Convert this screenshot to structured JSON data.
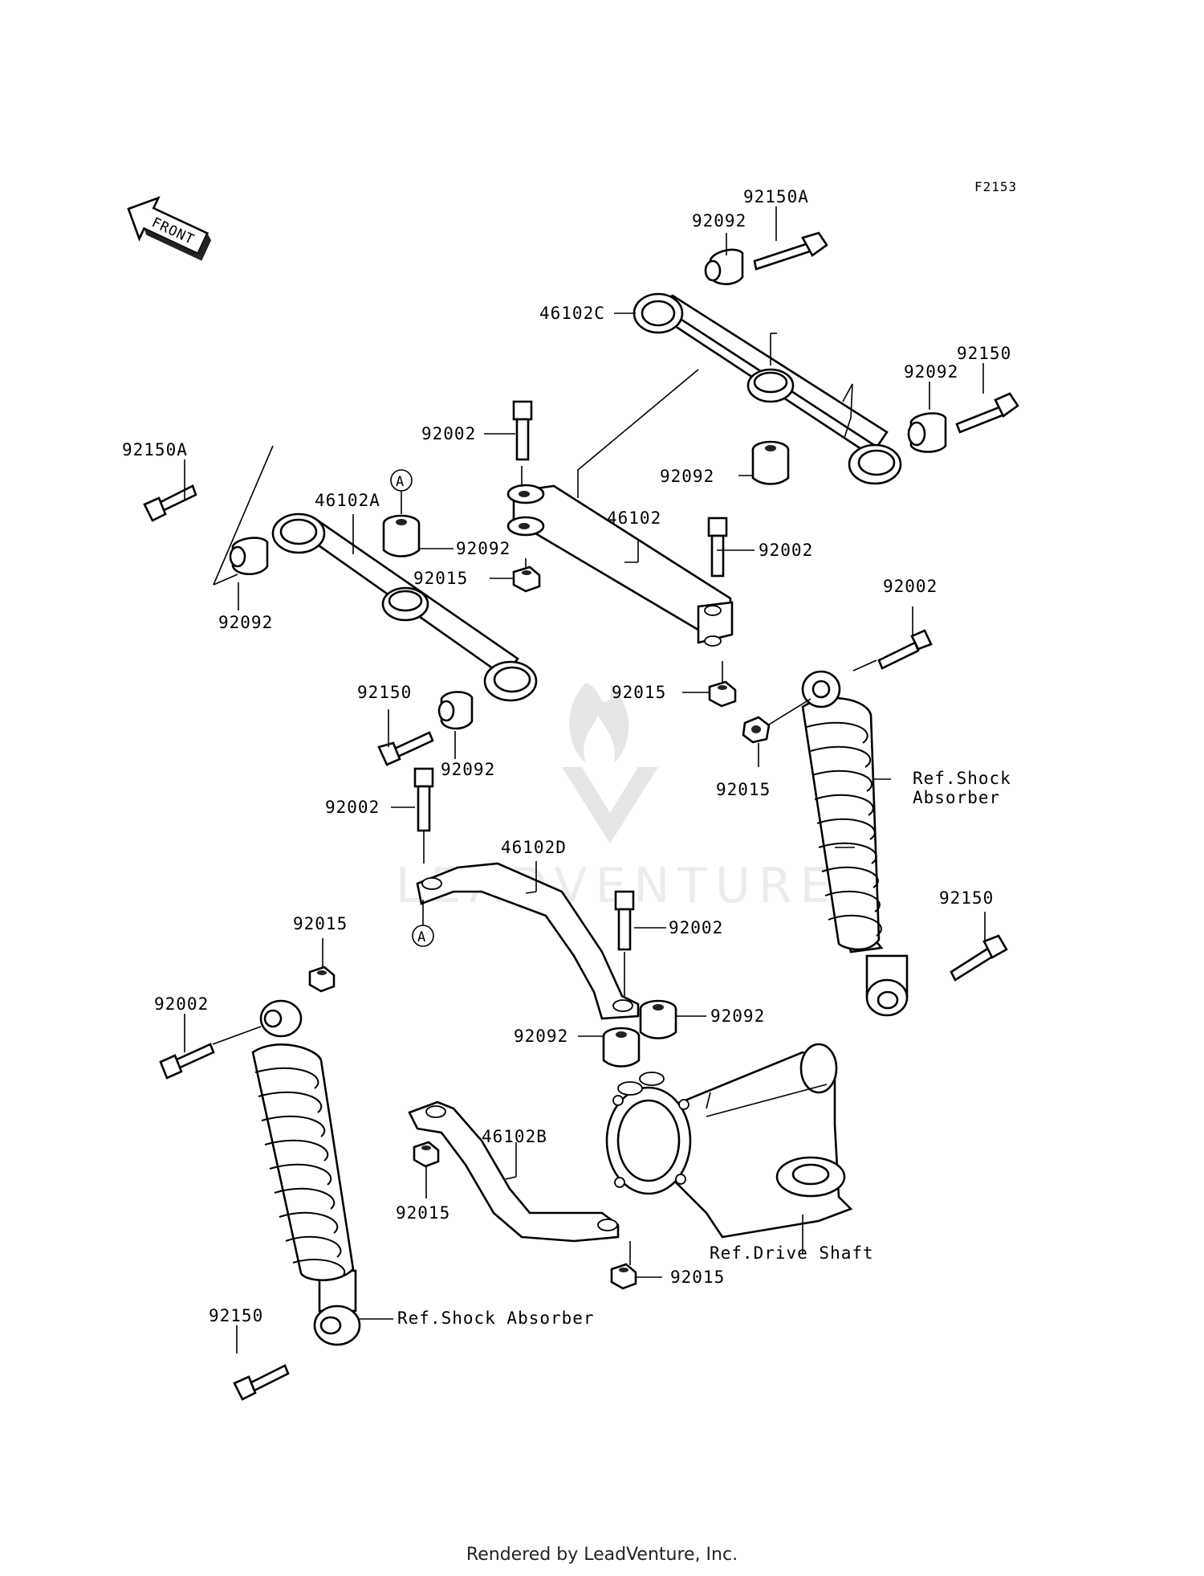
{
  "figure_code": "F2153",
  "front_label": "FRONT",
  "footer": "Rendered by LeadVenture, Inc.",
  "watermark": "LEADVENTURE",
  "callout_letter": "A",
  "labels": {
    "p92150A_top": "92150A",
    "p92092_top": "92092",
    "p46102C": "46102C",
    "p92150_topright": "92150",
    "p92092_right": "92092",
    "p92002_a": "92002",
    "p92092_mid": "92092",
    "p92150A_left": "92150A",
    "p46102A": "46102A",
    "p92092_a": "92092",
    "p46102": "46102",
    "p92002_b": "92002",
    "p92015_a": "92015",
    "p92092_left": "92092",
    "p92002_c": "92002",
    "p92150_mid": "92150",
    "p92015_b": "92015",
    "p92092_b": "92092",
    "p92015_c": "92015",
    "ref_shock_right_1": "Ref.Shock",
    "ref_shock_right_2": "Absorber",
    "p92002_d": "92002",
    "p46102D": "46102D",
    "p92150_right": "92150",
    "p92015_d": "92015",
    "p92002_e": "92002",
    "p92002_f": "92002",
    "p92092_c": "92092",
    "p92092_d": "92092",
    "p46102B": "46102B",
    "p92015_e": "92015",
    "ref_drive_shaft": "Ref.Drive Shaft",
    "p92015_f": "92015",
    "p92150_bottom": "92150",
    "ref_shock_bottom": "Ref.Shock Absorber"
  }
}
